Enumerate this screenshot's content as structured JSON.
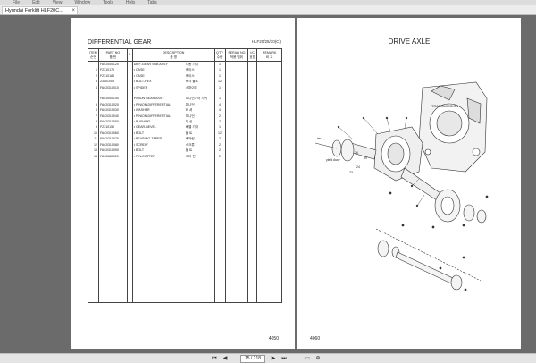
{
  "menubar": {
    "items": [
      "File",
      "Edit",
      "View",
      "Window",
      "Tools",
      "Help",
      "Tabs"
    ]
  },
  "tab": {
    "title": "Hyundai Forklift HLF20C...",
    "close": "×"
  },
  "left_page": {
    "title": "DIFFERENTIAL GEAR",
    "code": "HLF20/25/30(C)",
    "columns": {
      "item": "ITEM\n순번",
      "part_no": "PART NO\n품    번",
      "s": "S",
      "description": "DESCRIPTION\n품         명",
      "qty": "Q'TY\n수량",
      "serial_no": "SERIAL NO\n적용  범위",
      "ic": "I/C\n호환",
      "remark": "REMARK\n비    고"
    },
    "rows": [
      {
        "item": "",
        "part": "FAC0000120",
        "desc": "DIFF-GEAR SUB ASSY",
        "kor": "차동 기어",
        "qty": "1"
      },
      {
        "item": "1",
        "part": "F2310170",
        "desc": "• CASE",
        "kor": "케이스",
        "qty": "1"
      },
      {
        "item": "2",
        "part": "F2310180",
        "desc": "• CASE",
        "kor": "케이스",
        "qty": "1"
      },
      {
        "item": "3",
        "part": "23101008",
        "desc": "• BOLT-HEX",
        "kor": "육각 볼트",
        "qty": "12"
      },
      {
        "item": "4",
        "part": "FAC0310010",
        "desc": "• SPIDER",
        "kor": "스파이더",
        "qty": "1"
      },
      {
        "item": "",
        "part": "",
        "desc": "",
        "kor": "",
        "qty": ""
      },
      {
        "item": "",
        "part": "FAC0000140",
        "desc": "PINION GEAR ASSY",
        "kor": "피니언기어 기어",
        "qty": "1"
      },
      {
        "item": "5",
        "part": "FAC0310020",
        "desc": "• PINION-DIFFERENTIAL",
        "kor": "피니언",
        "qty": "4"
      },
      {
        "item": "6",
        "part": "FAC0310030",
        "desc": "• WASHER",
        "kor": "와 셔",
        "qty": "4"
      },
      {
        "item": "7",
        "part": "FAC0310040",
        "desc": "• PINION-DIFFERENTIAL",
        "kor": "피니언",
        "qty": "2"
      },
      {
        "item": "8",
        "part": "FAC0310050",
        "desc": "• BUSHING",
        "kor": "부 싱",
        "qty": "2"
      },
      {
        "item": "9",
        "part": "F2310150",
        "desc": "• GEAR-BEVEL",
        "kor": "베벨 기어",
        "qty": "1"
      },
      {
        "item": "10",
        "part": "FAC0310060",
        "desc": "• BOLT",
        "kor": "볼 트",
        "qty": "12"
      },
      {
        "item": "11",
        "part": "FAC0310070",
        "desc": "• BEARING-TAPER",
        "kor": "베어링",
        "qty": "2"
      },
      {
        "item": "12",
        "part": "FAC0310080",
        "desc": "• SCREW",
        "kor": "스크류",
        "qty": "2"
      },
      {
        "item": "13",
        "part": "FAC0310090",
        "desc": "• BOLT",
        "kor": "볼 트",
        "qty": "2"
      },
      {
        "item": "14",
        "part": "FAC0880020",
        "desc": "• PIN-COTTER",
        "kor": "코터 핀",
        "qty": "2"
      }
    ],
    "page_number": "4050"
  },
  "right_page": {
    "title": "DRIVE AXLE",
    "labels": [
      "TRANSMISSION",
      "yield Assy",
      "39",
      "26",
      "24",
      "23"
    ],
    "page_number": "4060"
  },
  "toolbar": {
    "page_indicator": "15 / 218",
    "icons": [
      "first-page-icon",
      "prev-page-icon",
      "next-page-icon",
      "last-page-icon",
      "fit-page-icon",
      "zoom-icon"
    ]
  }
}
